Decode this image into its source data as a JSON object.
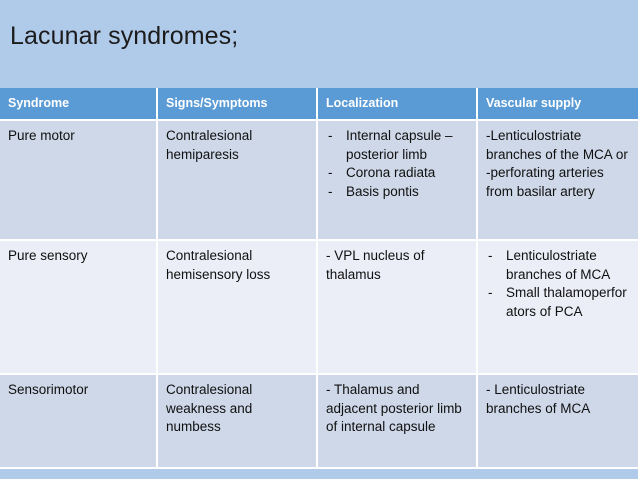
{
  "slide": {
    "title": "Lacunar syndromes;",
    "background_color": "#b0cbe9",
    "header_color": "#5b9bd5",
    "row_shade_dark": "#ced8e8",
    "row_shade_light": "#ebeef6"
  },
  "table": {
    "headers": [
      "Syndrome",
      "Signs/Symptoms",
      "Localization",
      "Vascular supply"
    ],
    "rows": [
      {
        "syndrome": "Pure motor",
        "signs": "Contralesional hemiparesis",
        "localization_items": [
          "Internal capsule – posterior limb",
          "Corona radiata",
          "Basis pontis"
        ],
        "localization_marker": "-",
        "vascular_lines": [
          "-Lenticulostriate branches of the MCA or",
          "-perforating arteries from basilar artery"
        ]
      },
      {
        "syndrome": "Pure sensory",
        "signs": "Contralesional hemisensory loss",
        "localization_lines": [
          "- VPL nucleus of thalamus"
        ],
        "vascular_items": [
          "Lenticulostriate branches of MCA",
          "Small thalamoperforators of PCA"
        ],
        "vascular_marker": "-"
      },
      {
        "syndrome": "Sensorimotor",
        "signs": "Contralesional weakness and numbess",
        "localization_lines": [
          "- Thalamus and adjacent posterior limb of internal capsule"
        ],
        "vascular_lines": [
          "- Lenticulostriate branches of MCA"
        ]
      }
    ]
  }
}
